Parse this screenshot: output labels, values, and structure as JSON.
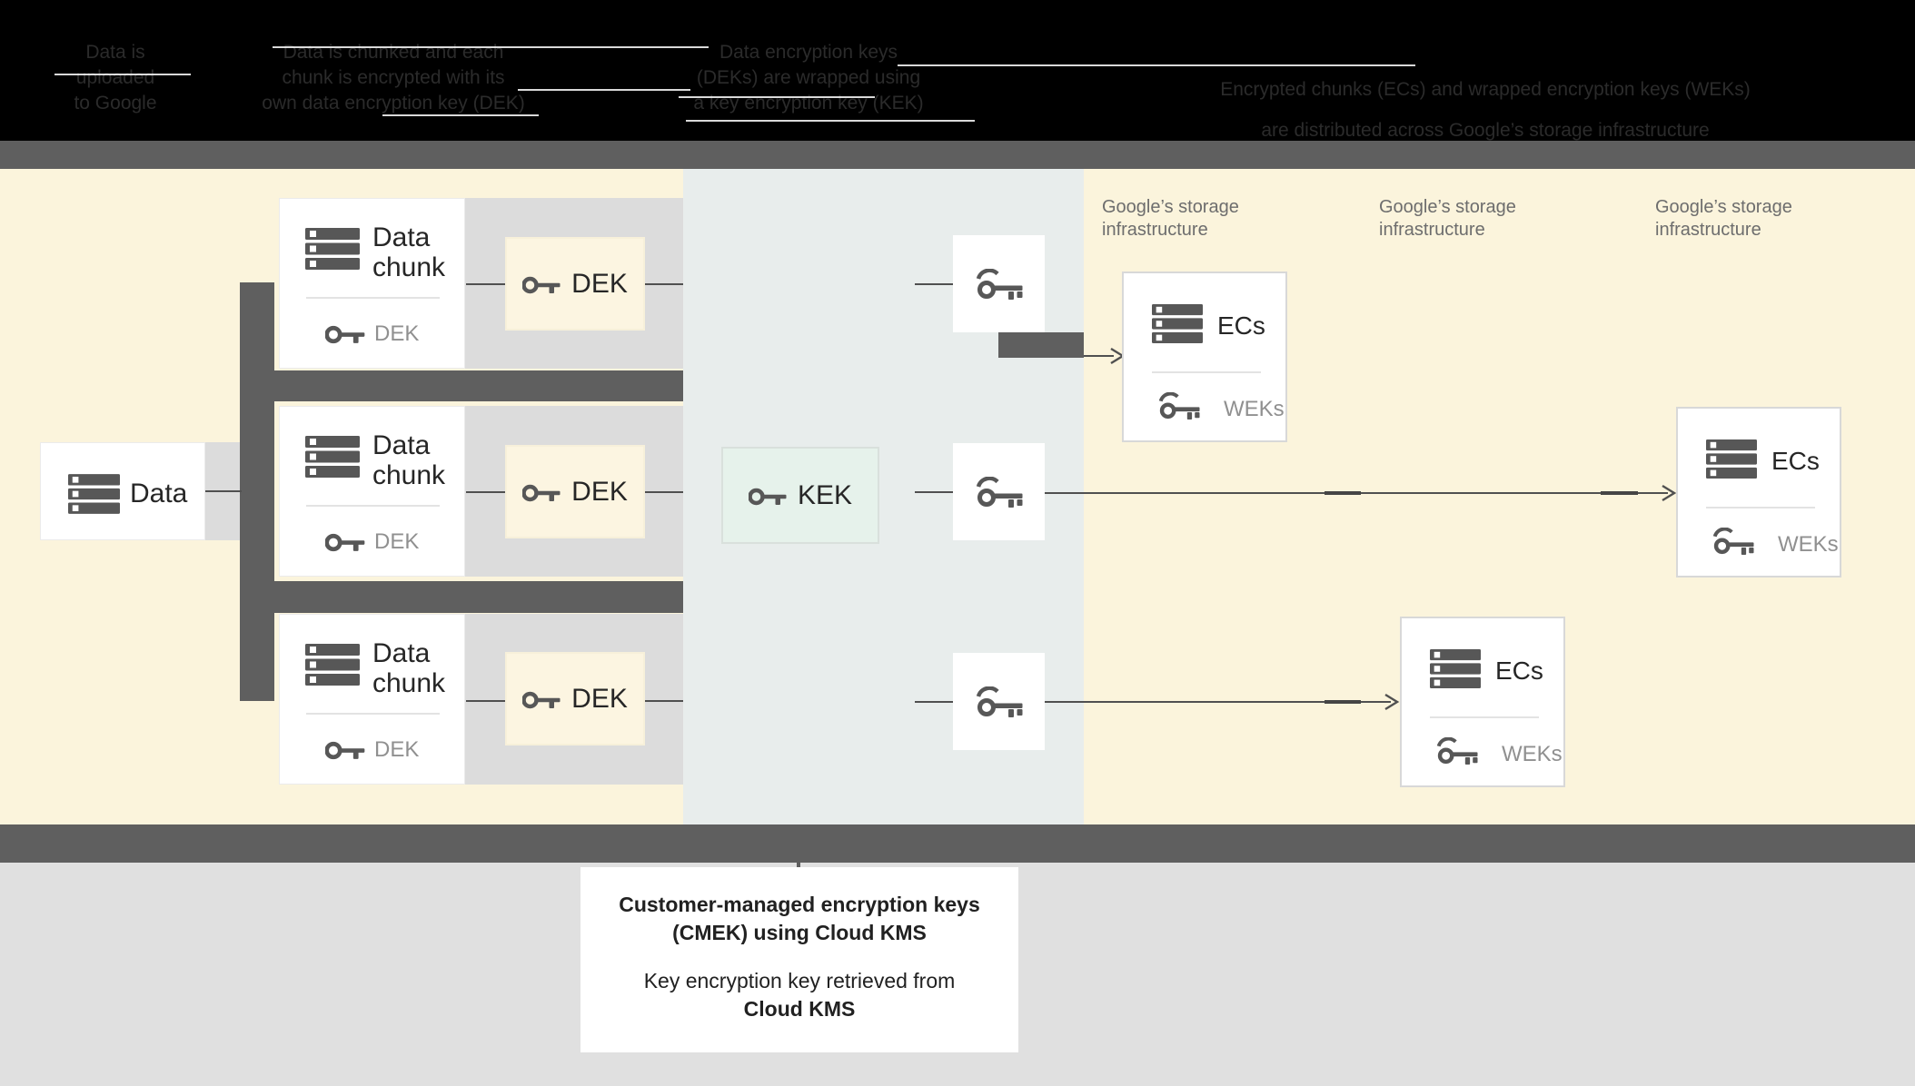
{
  "header": {
    "columns": [
      {
        "lines": [
          "Data is",
          "uploaded",
          "to Google"
        ]
      },
      {
        "lines": [
          "Data is chunked and each",
          "chunk is encrypted with its",
          "own data encryption key (DEK)"
        ]
      },
      {
        "lines": [
          "Data encryption keys",
          "(DEKs) are wrapped using",
          "a key encryption key (KEK)"
        ]
      },
      {
        "lines": [
          "Encrypted chunks (ECs) and wrapped encryption keys (WEKs)",
          "are distributed across Google’s storage infrastructure"
        ]
      }
    ]
  },
  "diagram": {
    "data_box": {
      "label": "Data"
    },
    "chunks": [
      {
        "title_line1": "Data",
        "title_line2": "chunk",
        "key_label": "DEK"
      },
      {
        "title_line1": "Data",
        "title_line2": "chunk",
        "key_label": "DEK"
      },
      {
        "title_line1": "Data",
        "title_line2": "chunk",
        "key_label": "DEK"
      }
    ],
    "dek_boxes": [
      {
        "label": "DEK"
      },
      {
        "label": "DEK"
      },
      {
        "label": "DEK"
      }
    ],
    "kek_box": {
      "label": "KEK"
    },
    "storage_labels": [
      {
        "line1": "Google’s storage",
        "line2": "infrastructure"
      },
      {
        "line1": "Google’s storage",
        "line2": "infrastructure"
      },
      {
        "line1": "Google’s storage",
        "line2": "infrastructure"
      }
    ],
    "ecs_cards": [
      {
        "title": "ECs",
        "key_label": "WEKs"
      },
      {
        "title": "ECs",
        "key_label": "WEKs"
      },
      {
        "title": "ECs",
        "key_label": "WEKs"
      }
    ]
  },
  "caption": {
    "line1": "Customer-managed encryption keys",
    "line2": "(CMEK) using Cloud KMS",
    "line3": "Key encryption key retrieved from",
    "line4": "Cloud KMS"
  },
  "icons": {
    "database": "database-icon",
    "key": "key-icon"
  },
  "colors": {
    "header_bg": "#000000",
    "header_text": "#2b2b2b",
    "bar_gray": "#5f5f5f",
    "yellow_bg": "#fbf4dc",
    "blue_bg": "#e8edec",
    "band_gray": "#dcdcdc",
    "dek_fill": "#fcf5e1",
    "kek_fill": "#e6f2eb",
    "footer_bg": "#e0e0e0",
    "muted_text": "#909090",
    "storage_text": "#6d6d6d"
  }
}
